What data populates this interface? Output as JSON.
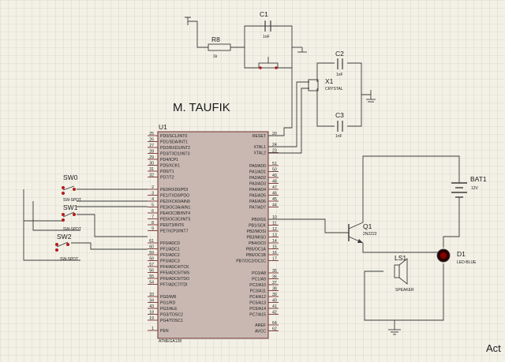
{
  "title": "M. TAUFIK",
  "watermark": "Act",
  "colors": {
    "background": "#f3f1e6",
    "grid": "#c9c7bb",
    "wire": "#3a3a3a",
    "title": "#b01c1c",
    "chip_fill": "#c9b8b2",
    "chip_stroke": "#6e2f2f",
    "pin": "#7a3030",
    "led": "#8a0000"
  },
  "mcu": {
    "ref": "U1",
    "part": "ATMEGA128",
    "left_pins": [
      {
        "num": "25",
        "name": "PD0/SCL/INT0"
      },
      {
        "num": "26",
        "name": "PD1/SDA/INT1"
      },
      {
        "num": "27",
        "name": "PD2/RXD1/INT2"
      },
      {
        "num": "28",
        "name": "PD3/TXD1/INT3"
      },
      {
        "num": "29",
        "name": "PD4/ICP1"
      },
      {
        "num": "30",
        "name": "PD5/XCK1"
      },
      {
        "num": "31",
        "name": "PD6/T1"
      },
      {
        "num": "32",
        "name": "PD7/T2"
      },
      {
        "num": "2",
        "name": "PE0/RXD0/PDI"
      },
      {
        "num": "3",
        "name": "PE1/TXD0/PDO"
      },
      {
        "num": "4",
        "name": "PE2/XCK0/AIN0"
      },
      {
        "num": "5",
        "name": "PE3/OC3A/AIN1"
      },
      {
        "num": "6",
        "name": "PE4/OC3B/INT4"
      },
      {
        "num": "7",
        "name": "PE5/OC3C/INT5"
      },
      {
        "num": "8",
        "name": "PE6/T3/INT6"
      },
      {
        "num": "9",
        "name": "PE7/ICP3/INT7"
      },
      {
        "num": "61",
        "name": "PF0/ADC0"
      },
      {
        "num": "60",
        "name": "PF1/ADC1"
      },
      {
        "num": "59",
        "name": "PF2/ADC2"
      },
      {
        "num": "58",
        "name": "PF3/ADC3"
      },
      {
        "num": "57",
        "name": "PF4/ADC4/TCK"
      },
      {
        "num": "56",
        "name": "PF5/ADC5/TMS"
      },
      {
        "num": "55",
        "name": "PF6/ADC6/TDO"
      },
      {
        "num": "54",
        "name": "PF7/ADC7/TDI"
      },
      {
        "num": "33",
        "name": "PG0/WR"
      },
      {
        "num": "34",
        "name": "PG1/RD"
      },
      {
        "num": "43",
        "name": "PG2/ALE"
      },
      {
        "num": "18",
        "name": "PG3/TOSC2"
      },
      {
        "num": "19",
        "name": "PG4/TOSC1"
      },
      {
        "num": "1",
        "name": "PEN"
      }
    ],
    "right_pins": [
      {
        "num": "20",
        "name": "RESET"
      },
      {
        "num": "24",
        "name": "XTAL1"
      },
      {
        "num": "23",
        "name": "XTAL2"
      },
      {
        "num": "51",
        "name": "PA0/AD0"
      },
      {
        "num": "50",
        "name": "PA1/AD1"
      },
      {
        "num": "49",
        "name": "PA2/AD2"
      },
      {
        "num": "48",
        "name": "PA3/AD3"
      },
      {
        "num": "47",
        "name": "PA4/AD4"
      },
      {
        "num": "46",
        "name": "PA5/AD5"
      },
      {
        "num": "45",
        "name": "PA6/AD6"
      },
      {
        "num": "44",
        "name": "PA7/AD7"
      },
      {
        "num": "10",
        "name": "PB0/SS"
      },
      {
        "num": "11",
        "name": "PB1/SCK"
      },
      {
        "num": "12",
        "name": "PB2/MOSI"
      },
      {
        "num": "13",
        "name": "PB3/MISO"
      },
      {
        "num": "14",
        "name": "PB4/OC0"
      },
      {
        "num": "15",
        "name": "PB5/OC1A"
      },
      {
        "num": "16",
        "name": "PB6/OC1B"
      },
      {
        "num": "17",
        "name": "PB7/OC2/OC1C"
      },
      {
        "num": "35",
        "name": "PC0/A8"
      },
      {
        "num": "36",
        "name": "PC1/A9"
      },
      {
        "num": "37",
        "name": "PC2/A10"
      },
      {
        "num": "38",
        "name": "PC3/A11"
      },
      {
        "num": "39",
        "name": "PC4/A12"
      },
      {
        "num": "40",
        "name": "PC5/A13"
      },
      {
        "num": "41",
        "name": "PC6/A14"
      },
      {
        "num": "42",
        "name": "PC7/A15"
      },
      {
        "num": "64",
        "name": "AREF"
      },
      {
        "num": "62",
        "name": "AVCC"
      }
    ]
  },
  "components": {
    "r8": {
      "ref": "R8",
      "value": "1k"
    },
    "c1": {
      "ref": "C1",
      "value": "1nF"
    },
    "c2": {
      "ref": "C2",
      "value": "1nF"
    },
    "c3": {
      "ref": "C3",
      "value": "1nF"
    },
    "x1": {
      "ref": "X1",
      "value": "CRYSTAL"
    },
    "q1": {
      "ref": "Q1",
      "value": "2N2222"
    },
    "bat1": {
      "ref": "BAT1",
      "value": "12V"
    },
    "d1": {
      "ref": "D1",
      "value": "LED-BLUE"
    },
    "ls1": {
      "ref": "LS1",
      "value": "SPEAKER"
    },
    "sw0": {
      "ref": "SW0",
      "value": "SW-SPDT"
    },
    "sw1": {
      "ref": "SW1",
      "value": "SW-SPDT"
    },
    "sw2": {
      "ref": "SW2",
      "value": "SW-SPDT"
    }
  }
}
